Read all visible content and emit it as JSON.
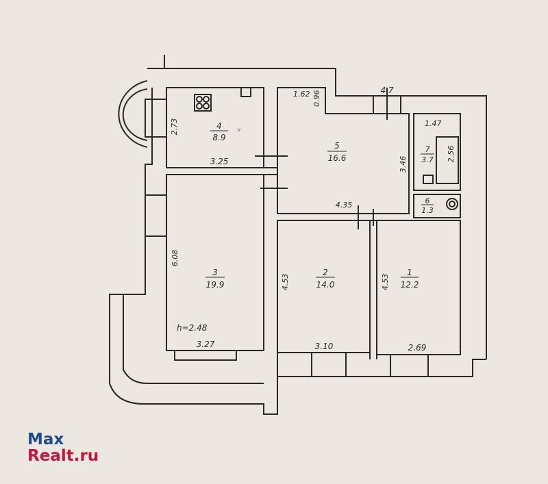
{
  "rooms": [
    {
      "number": "4",
      "area": "8.9",
      "dims": [
        "2.73",
        "3.25"
      ]
    },
    {
      "number": "5",
      "area": "16.6",
      "dims": [
        "1.62",
        "0.96",
        "4.7",
        "3.46",
        "4.35"
      ]
    },
    {
      "number": "7",
      "area": "3.7",
      "dims": [
        "1.47",
        "2.56"
      ]
    },
    {
      "number": "6",
      "area": "1.3",
      "dims": []
    },
    {
      "number": "3",
      "area": "19.9",
      "dims": [
        "6.08",
        "3.27"
      ]
    },
    {
      "number": "2",
      "area": "14.0",
      "dims": [
        "4.53",
        "3.10"
      ]
    },
    {
      "number": "1",
      "area": "12.2",
      "dims": [
        "4.53",
        "2.69"
      ]
    }
  ],
  "ceiling_height": "h=2.48",
  "check_mark": "v",
  "watermark": {
    "line1": "Max",
    "line2": "Realt.ru"
  }
}
